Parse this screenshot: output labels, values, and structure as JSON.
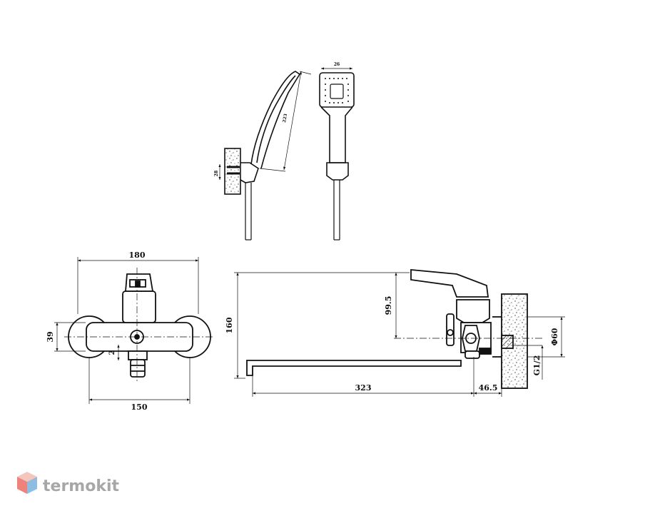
{
  "drawing": {
    "dimensions": {
      "overall_width": "180",
      "handle_height": "39",
      "outlet_offset": "2",
      "base_width": "150",
      "total_height": "160",
      "spout_height": "99.5",
      "spout_length": "323",
      "wall_offset": "46.5",
      "flange_diameter": "Φ60",
      "thread": "G1/2",
      "head_width": "26",
      "shower_length": "223",
      "holder_size": "28"
    }
  },
  "brand": {
    "name": "termokit",
    "colors": {
      "text": "#8a8a8a",
      "logo_top": "#f2b4a8",
      "logo_left": "#e85a4f",
      "logo_right": "#6aa8d8"
    }
  }
}
